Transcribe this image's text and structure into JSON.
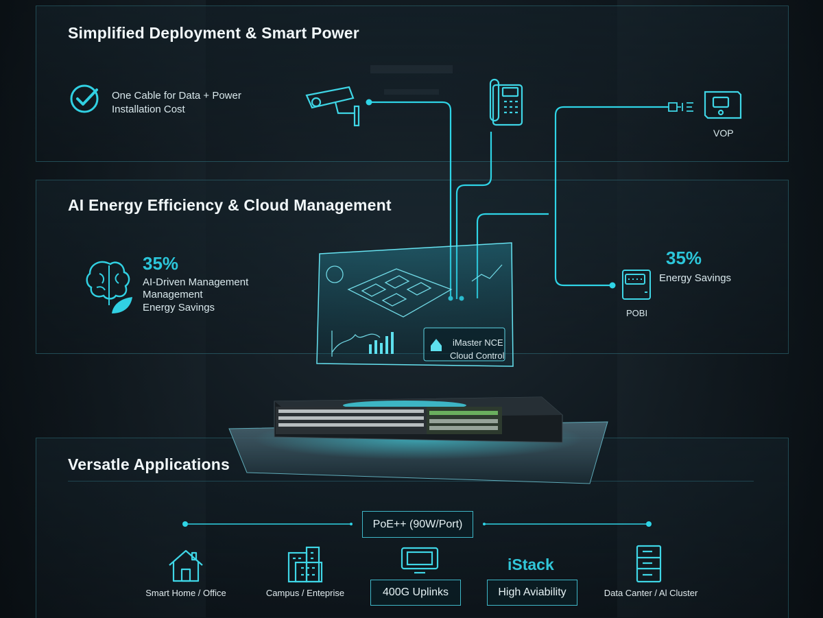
{
  "sections": {
    "deployment": {
      "title": "Simplified Deployment & Smart Power",
      "feature_line1": "One Cable for Data + Power",
      "feature_line2": "Installation Cost",
      "device_label": "VOP"
    },
    "ai": {
      "title": "AI Energy Efficiency & Cloud Management",
      "percent": "35%",
      "line1": "AI-Driven Management",
      "line2": "Management",
      "line3": "Energy Savings",
      "right_percent": "35%",
      "right_label": "Energy Savings",
      "poe_label": "POBI",
      "hologram_line1": "iMaster NCE",
      "hologram_line2": "Cloud Control"
    },
    "applications": {
      "title": "Versatle Applications",
      "poe_box": "PoE++ (90W/Port)",
      "uplinks_box": "400G Uplinks",
      "istack": "iStack",
      "availability_box": "High Aviability",
      "items": [
        {
          "label": "Smart Home / Office",
          "icon": "house-icon"
        },
        {
          "label": "Campus / Enteprise",
          "icon": "building-icon"
        },
        {
          "label": "Data Canter / Al Cluster",
          "icon": "server-icon"
        }
      ]
    }
  },
  "colors": {
    "accent": "#31d0e2",
    "panel_border": "#50c8dc",
    "background": "#0f171d"
  }
}
